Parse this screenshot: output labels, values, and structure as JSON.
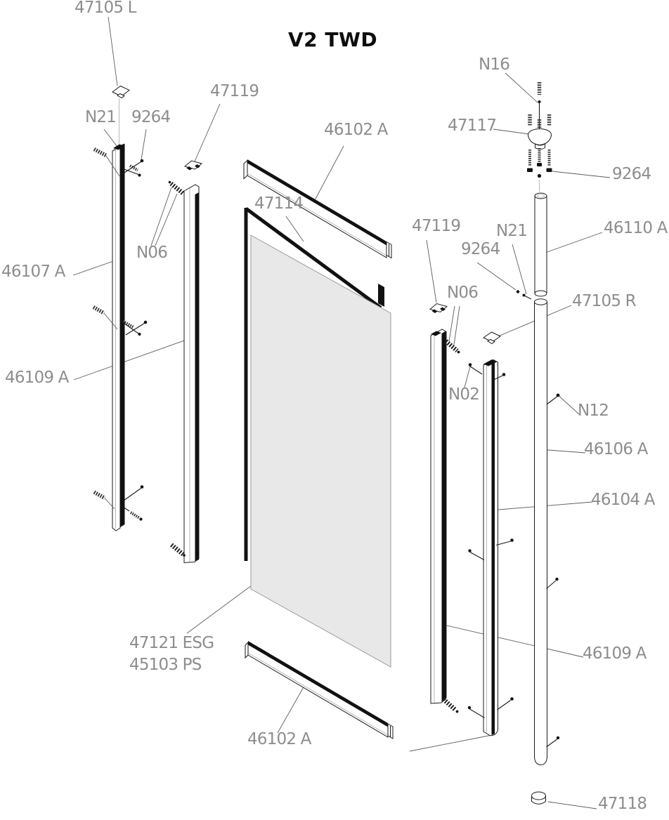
{
  "title": "V2 TWD",
  "diagram_type": "exploded-parts-diagram",
  "colors": {
    "background": "#ffffff",
    "line": "#1a1a1a",
    "leader_line": "#5c5c5c",
    "label_text": "#8d8d8d",
    "glass_fill": "#e8e8e8"
  },
  "labels": [
    {
      "text": "47105 L"
    },
    {
      "text": "N21"
    },
    {
      "text": "9264"
    },
    {
      "text": "47119"
    },
    {
      "text": "46102 A"
    },
    {
      "text": "47114"
    },
    {
      "text": "46107 A"
    },
    {
      "text": "N06"
    },
    {
      "text": "46109 A"
    },
    {
      "text": "47121 ESG"
    },
    {
      "text": "45103 PS"
    },
    {
      "text": "46102 A"
    },
    {
      "text": "N16"
    },
    {
      "text": "47117"
    },
    {
      "text": "9264"
    },
    {
      "text": "46110 A"
    },
    {
      "text": "47119"
    },
    {
      "text": "9264"
    },
    {
      "text": "N21"
    },
    {
      "text": "N06"
    },
    {
      "text": "47105 R"
    },
    {
      "text": "N02"
    },
    {
      "text": "N12"
    },
    {
      "text": "46106 A"
    },
    {
      "text": "46104 A"
    },
    {
      "text": "46109 A"
    },
    {
      "text": "47118"
    }
  ]
}
